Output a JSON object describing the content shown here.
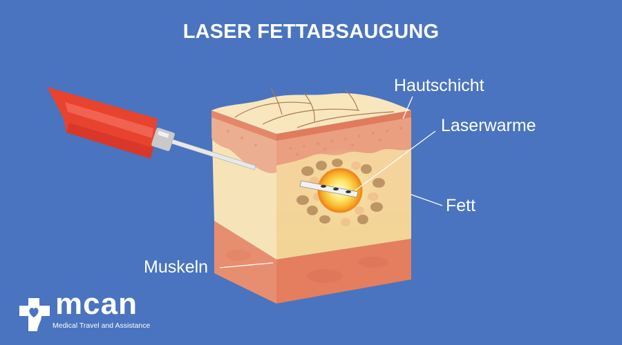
{
  "title": "LASER FETTABSAUGUNG",
  "labels": {
    "skin": "Hautschicht",
    "laser_heat": "Laserwarme",
    "fat": "Fett",
    "muscle": "Muskeln"
  },
  "logo": {
    "wordmark": "mcan",
    "tagline": "Medical Travel and Assistance",
    "icon": "cross-heart-icon"
  },
  "colors": {
    "background": "#4a74bf",
    "cannula_handle": "#e8432f",
    "skin_top": "#f6e2b8",
    "dermis": "#e8957a",
    "fat": "#f3d9a0",
    "muscle": "#e47e5f",
    "laser_glow": "#ffd83a"
  }
}
